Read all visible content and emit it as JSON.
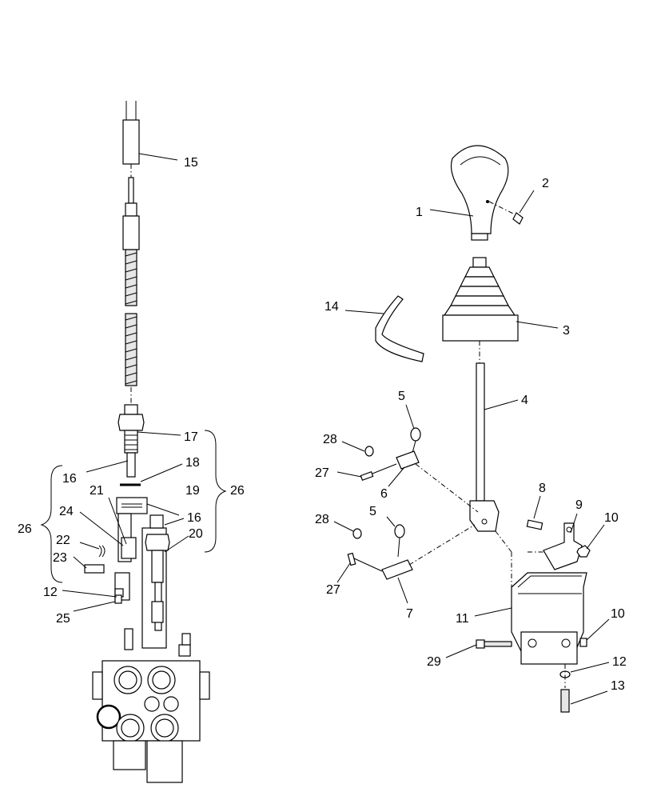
{
  "labels": [
    {
      "id": "1",
      "text": "1"
    },
    {
      "id": "2",
      "text": "2"
    },
    {
      "id": "3",
      "text": "3"
    },
    {
      "id": "4",
      "text": "4"
    },
    {
      "id": "5a",
      "text": "5"
    },
    {
      "id": "5b",
      "text": "5"
    },
    {
      "id": "6",
      "text": "6"
    },
    {
      "id": "7",
      "text": "7"
    },
    {
      "id": "8",
      "text": "8"
    },
    {
      "id": "9",
      "text": "9"
    },
    {
      "id": "10a",
      "text": "10"
    },
    {
      "id": "10b",
      "text": "10"
    },
    {
      "id": "11",
      "text": "11"
    },
    {
      "id": "12a",
      "text": "12"
    },
    {
      "id": "12b",
      "text": "12"
    },
    {
      "id": "13",
      "text": "13"
    },
    {
      "id": "14",
      "text": "14"
    },
    {
      "id": "15",
      "text": "15"
    },
    {
      "id": "16a",
      "text": "16"
    },
    {
      "id": "16b",
      "text": "16"
    },
    {
      "id": "17",
      "text": "17"
    },
    {
      "id": "18",
      "text": "18"
    },
    {
      "id": "19",
      "text": "19"
    },
    {
      "id": "20",
      "text": "20"
    },
    {
      "id": "21",
      "text": "21"
    },
    {
      "id": "22",
      "text": "22"
    },
    {
      "id": "23",
      "text": "23"
    },
    {
      "id": "24",
      "text": "24"
    },
    {
      "id": "25",
      "text": "25"
    },
    {
      "id": "26a",
      "text": "26"
    },
    {
      "id": "26b",
      "text": "26"
    },
    {
      "id": "27a",
      "text": "27"
    },
    {
      "id": "27b",
      "text": "27"
    },
    {
      "id": "28a",
      "text": "28"
    },
    {
      "id": "28b",
      "text": "28"
    },
    {
      "id": "29",
      "text": "29"
    }
  ]
}
